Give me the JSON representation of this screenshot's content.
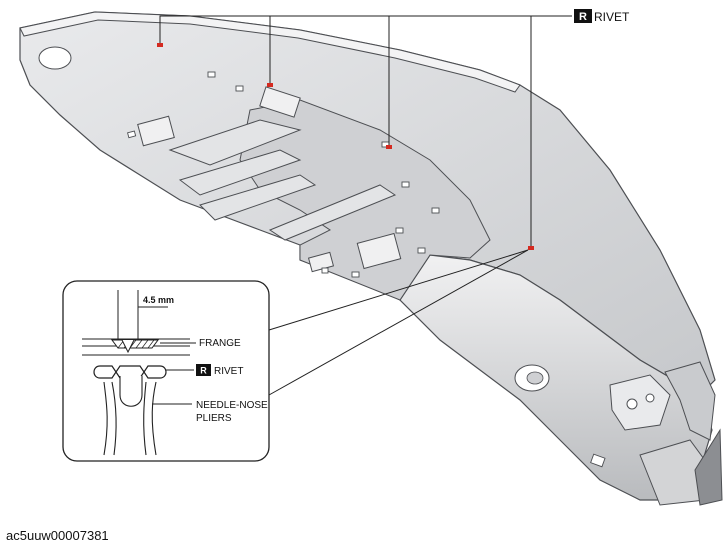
{
  "figure": {
    "callouts": {
      "top_rivet": {
        "badge": "R",
        "label": "RIVET"
      },
      "detail_dimension": "4.5 mm",
      "detail_flange": "FRANGE",
      "detail_rivet": {
        "badge": "R",
        "label": "RIVET"
      },
      "detail_tool_line1": "NEEDLE-NOSE",
      "detail_tool_line2": "PLIERS"
    },
    "caption": "ac5uuw00007381"
  },
  "colors": {
    "rivet_marker": "#d42a20",
    "part_fill": "#d9dadc",
    "part_edge": "#4d4f53",
    "badge_bg": "#111111"
  }
}
